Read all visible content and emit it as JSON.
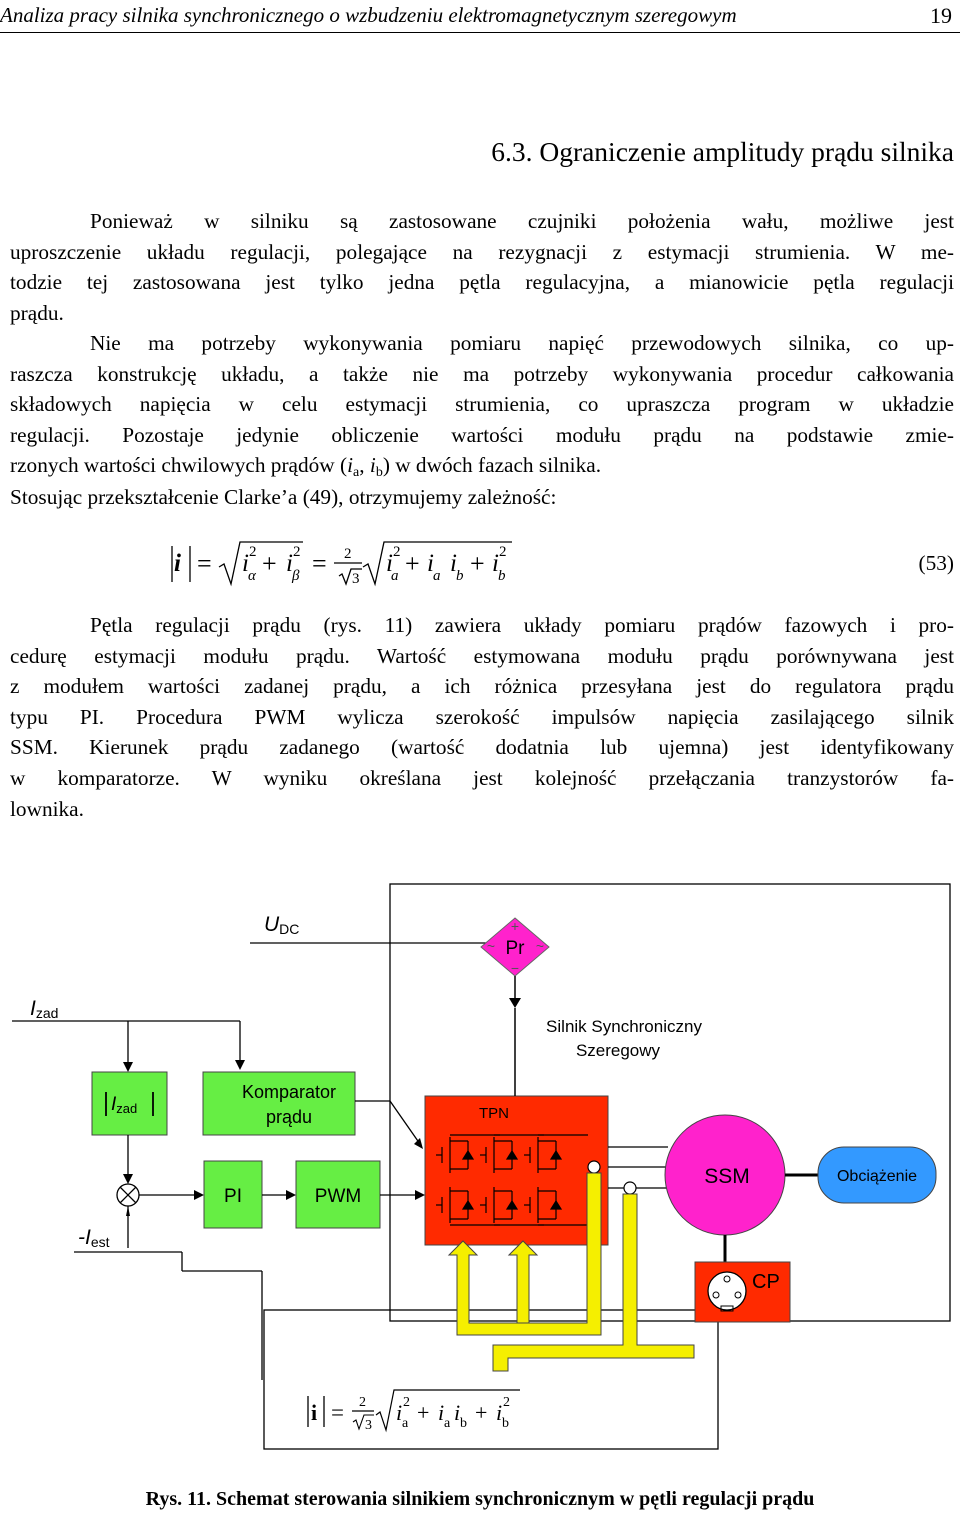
{
  "header": {
    "title": "Analiza pracy silnika synchronicznego o wzbudzeniu elektromagnetycznym szeregowym",
    "page_number": "19"
  },
  "section_title": "6.3. Ograniczenie amplitudy prądu silnika",
  "paragraph1": [
    "Ponieważ w silniku są zastosowane czujniki położenia wału, możliwe jest",
    "uproszczenie układu regulacji, polegające na rezygnacji z estymacji strumienia. W me-",
    "todzie tej zastosowana jest tylko jedna pętla regulacyjna, a mianowicie pętla regulacji",
    "prądu."
  ],
  "paragraph2": [
    "Nie ma potrzeby wykonywania pomiaru napięć przewodowych silnika, co up-",
    "raszcza konstrukcję układu, a także nie ma potrzeby wykonywania procedur całkowania",
    "składowych napięcia w celu estymacji strumienia, co upraszcza program w układzie",
    "regulacji. Pozostaje jedynie obliczenie wartości modułu prądu na podstawie zmie-"
  ],
  "paragraph2_last": {
    "before": "rzonych wartości chwilowych prądów (",
    "i1": "i",
    "s1": "a",
    "comma": ", ",
    "i2": "i",
    "s2": "b",
    "after": ") w dwóch fazach silnika."
  },
  "paragraph3": "Stosując przekształcenie Clarke’a (49), otrzymujemy zależność:",
  "equation": {
    "number": "(53)",
    "i": "i",
    "alpha": "α",
    "beta": "β",
    "a": "a",
    "b": "b",
    "two": "2",
    "three": "3",
    "eq": "=",
    "plus": "+"
  },
  "paragraph4": [
    "Pętla regulacji prądu (rys. 11) zawiera układy pomiaru prądów fazowych i pro-",
    "cedurę estymacji modułu prądu. Wartość estymowana modułu prądu porównywana jest",
    "z modułem wartości zadanej prądu, a ich różnica przesyłana jest do regulatora prądu",
    "typu PI. Procedura PWM wylicza szerokość impulsów napięcia zasilającego silnik",
    "SSM. Kierunek prądu zadanego (wartość dodatnia lub ujemna) jest identyfikowany",
    "w komparatorze. W wyniku określana jest kolejność przełączania tranzystorów fa-",
    "lownika."
  ],
  "diagram": {
    "udc": "U",
    "udc_sub": "DC",
    "pr": "Pr",
    "izad": "I",
    "izad_sub": "zad",
    "motor_label_1": "Silnik Synchroniczny",
    "motor_label_2": "Szeregowy",
    "abs_izad": "I",
    "abs_izad_sub": "zad",
    "comparator_1": "Komparator",
    "comparator_2": "prądu",
    "tpn": "TPN",
    "pi": "PI",
    "pwm": "PWM",
    "ssm": "SSM",
    "load": "Obciążenie",
    "iest_minus": "-I",
    "iest_sub": "est",
    "cp": "CP",
    "plus_sign": "+",
    "minus_sign": "−",
    "tilde": "~"
  },
  "colors": {
    "green": "#66ee44",
    "red": "#ff2a00",
    "magenta": "#ff22cc",
    "yellow": "#f5ef00",
    "load": "#3399ff"
  },
  "caption": "Rys. 11. Schemat sterowania silnikiem synchronicznym w pętli regulacji prądu"
}
